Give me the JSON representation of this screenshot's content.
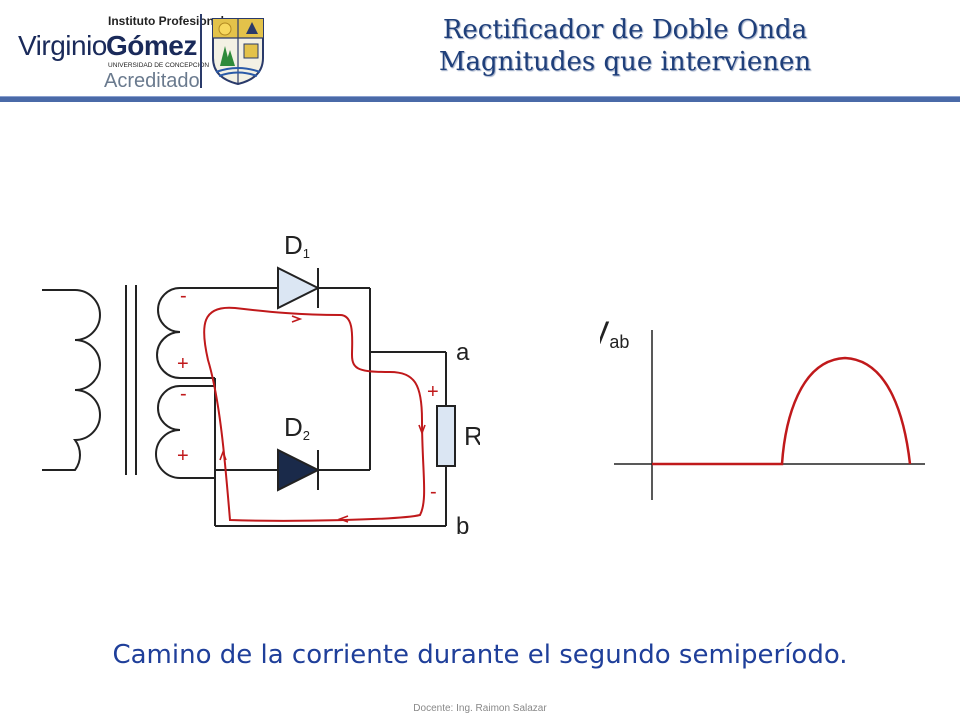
{
  "header": {
    "logo": {
      "line1": "Instituto Profesional",
      "line2a": "Virginio",
      "line2b": "Gómez",
      "line3": "UNIVERSIDAD DE CONCEPCION",
      "line4": "Acreditado"
    },
    "title_line1": "Rectificador de Doble Onda",
    "title_line2": "Magnitudes que intervienen"
  },
  "diagram": {
    "d1_label": "D",
    "d1_sub": "1",
    "d2_label": "D",
    "d2_sub": "2",
    "terminal_a": "a",
    "terminal_b": "b",
    "resistor_label": "R",
    "polarity_top_minus": "-",
    "polarity_top_plus": "+",
    "polarity_bottom_minus": "-",
    "polarity_bottom_plus": "+",
    "r_plus": "+",
    "r_minus": "-",
    "colors": {
      "wire": "#222222",
      "current": "#c0191b",
      "d1_fill": "#dbe6f3",
      "d2_fill": "#1a2a4a",
      "resistor_fill": "#dbe6f3"
    }
  },
  "graph": {
    "ylabel": "V",
    "ylabel_sub": "ab",
    "color": "#c0191b"
  },
  "caption": "Camino de la corriente durante el segundo semiperíodo.",
  "footer": "Docente: Ing. Raimon Salazar"
}
